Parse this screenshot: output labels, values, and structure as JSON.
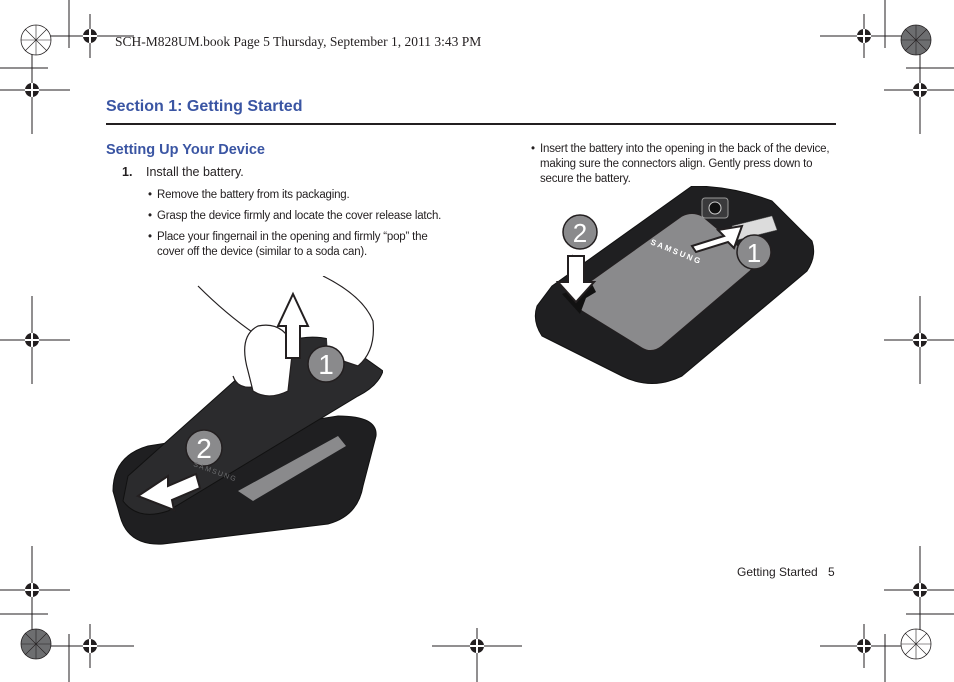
{
  "header": {
    "book_line": "SCH-M828UM.book  Page 5  Thursday, September 1, 2011  3:43 PM"
  },
  "section": {
    "title": "Section 1: Getting Started"
  },
  "subsection": {
    "title": "Setting Up Your Device"
  },
  "steps": [
    {
      "number": "1.",
      "text": "Install the battery."
    }
  ],
  "left_bullets": [
    "Remove the battery from its packaging.",
    "Grasp the device firmly and locate the cover release latch.",
    "Place your fingernail in the opening and firmly “pop” the cover off the device (similar to a soda can)."
  ],
  "right_bullets": [
    "Insert the battery into the opening in the back of the device, making sure the connectors align. Gently press down to secure the battery."
  ],
  "bullet_symbol": "•",
  "figure_left": {
    "callouts": [
      "1",
      "2"
    ],
    "brand_text": "SAMSUNG"
  },
  "figure_right": {
    "callouts": [
      "2",
      "1"
    ],
    "brand_text": "SAMSUNG"
  },
  "footer": {
    "label": "Getting Started",
    "page": "5"
  },
  "colors": {
    "heading": "#3a55a3",
    "text": "#231f20",
    "device_dark": "#2b2b2d",
    "battery": "#8a8a8c"
  }
}
